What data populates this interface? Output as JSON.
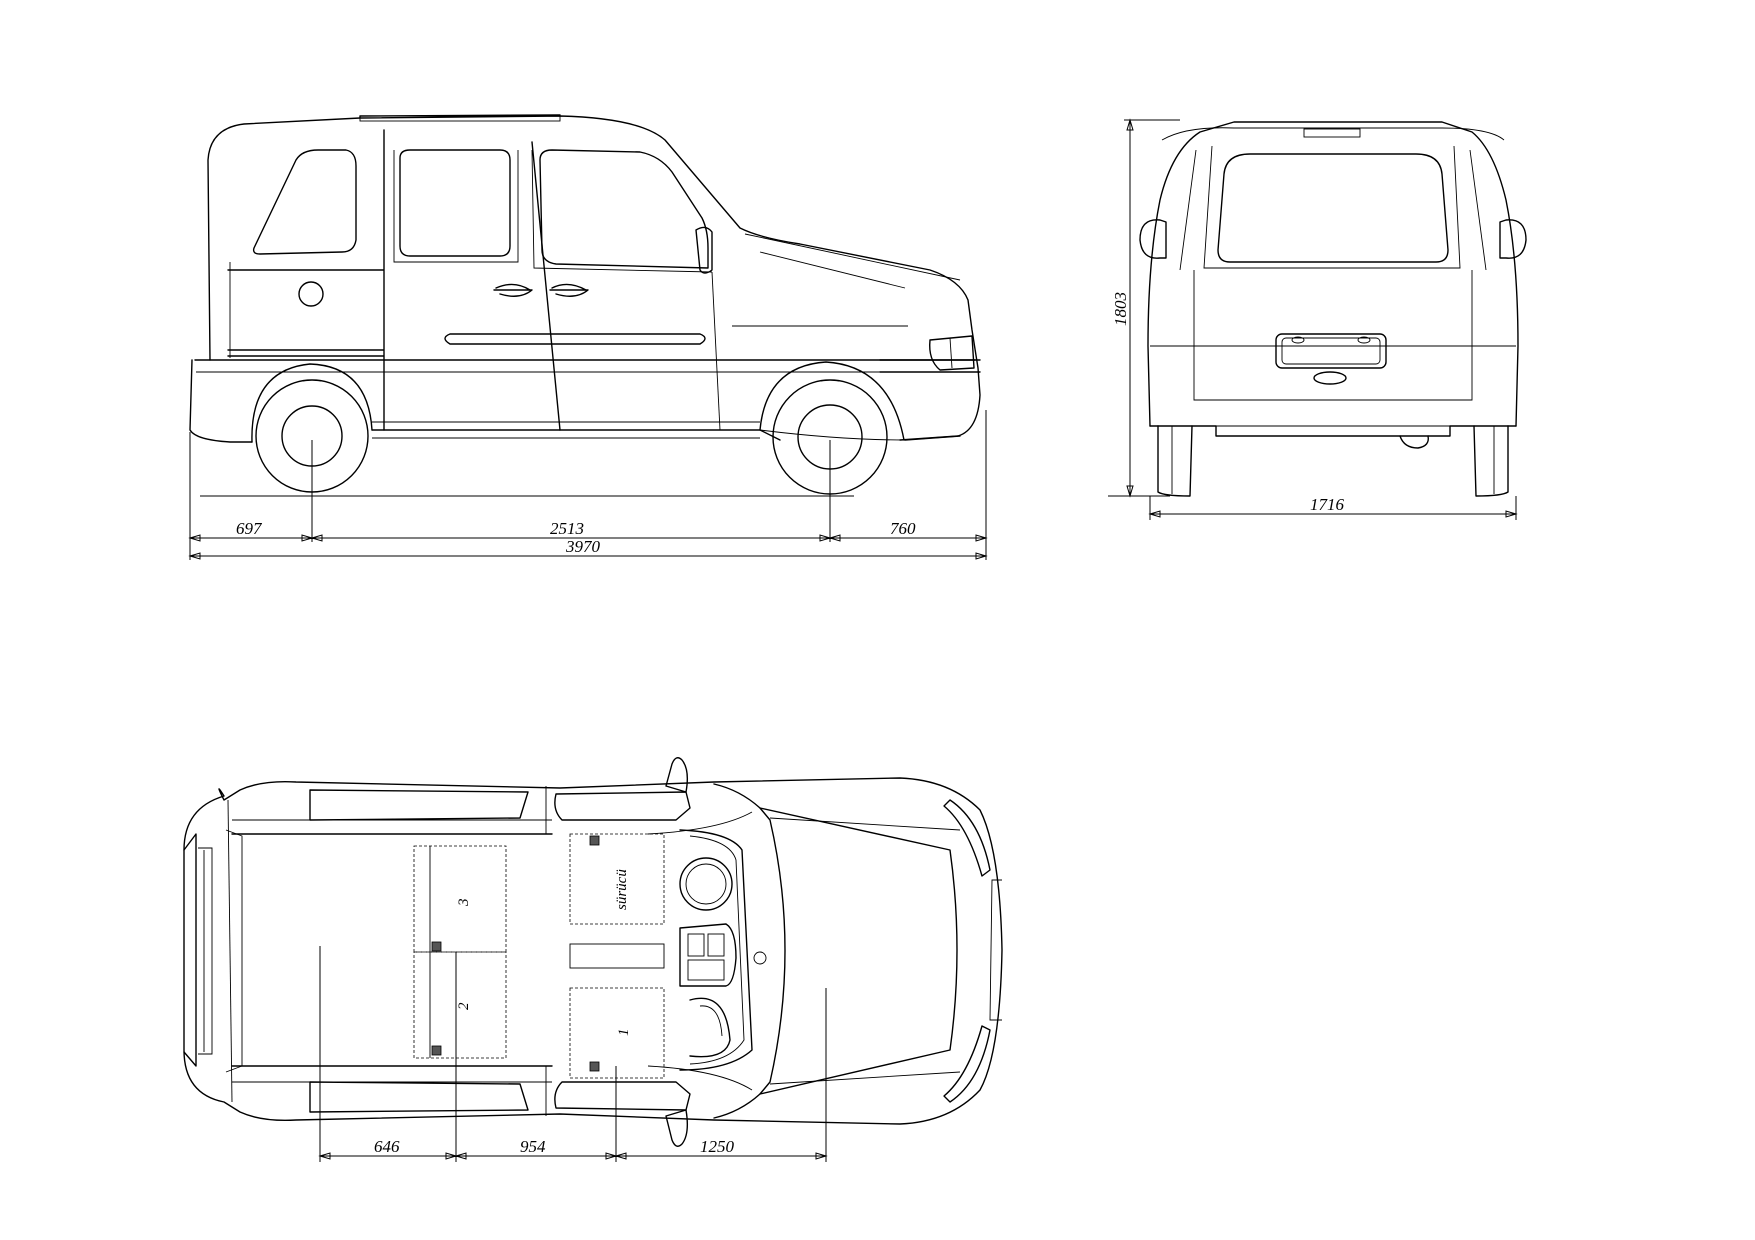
{
  "side_view": {
    "front_overhang": "697",
    "wheelbase": "2513",
    "rear_overhang": "760",
    "overall_length": "3970"
  },
  "rear_view": {
    "height": "1803",
    "width": "1716"
  },
  "top_view": {
    "dim_1": "646",
    "dim_2": "954",
    "dim_3": "1250",
    "seat_driver": "sürücü",
    "seat_1": "1",
    "seat_2": "2",
    "seat_3": "3"
  }
}
